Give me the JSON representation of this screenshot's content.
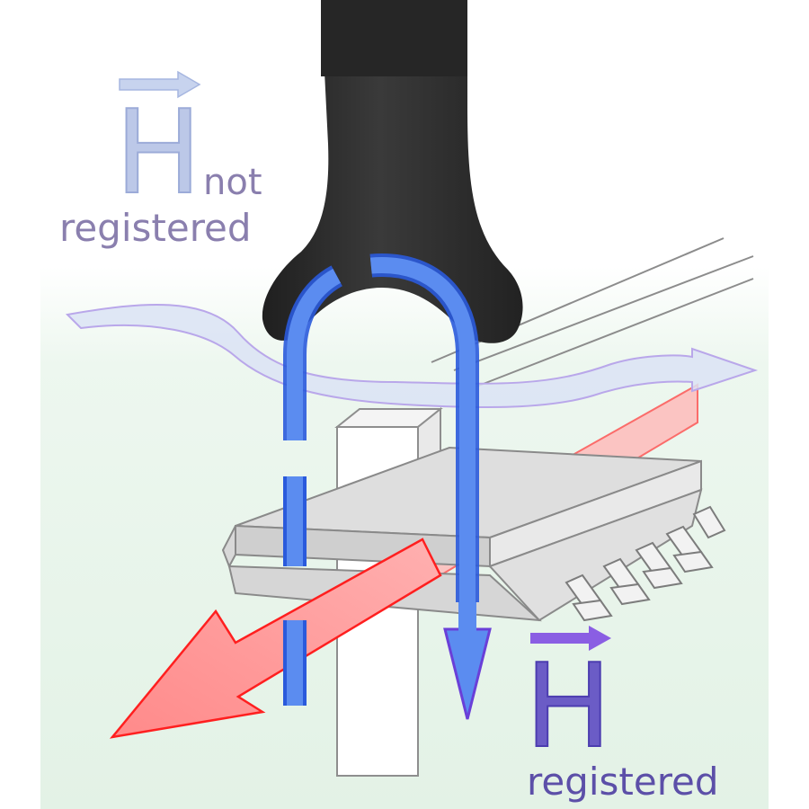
{
  "labels": {
    "top_symbol": "H",
    "top_text_line1": "not",
    "top_text_line2": "registered",
    "bottom_symbol": "H",
    "bottom_text": "registered"
  },
  "colors": {
    "probe": "#2f2f2f",
    "probe_highlight": "#4a4a4a",
    "loop_field": "#4f7fe6",
    "loop_edge": "#2a5adc",
    "stray_field_fill": "#dfe6f5",
    "stray_field_edge": "#b9a7ea",
    "current_arrow_fill": "#ff8f8f",
    "current_arrow_edge": "#ff1f1f",
    "chip_fill": "#e4e4e4",
    "chip_top": "#d6d6d6",
    "pin_fill": "#f0f0f0",
    "top_label": "#b8c6e6",
    "top_text": "#8a7fae",
    "bottom_label": "#6b5cc6",
    "bottom_arrow": "#8a5ee3",
    "bg_green": "#e7f4ea"
  },
  "icons": {
    "probe": "current-probe-icon",
    "vector_arrow": "right-arrow-icon"
  }
}
